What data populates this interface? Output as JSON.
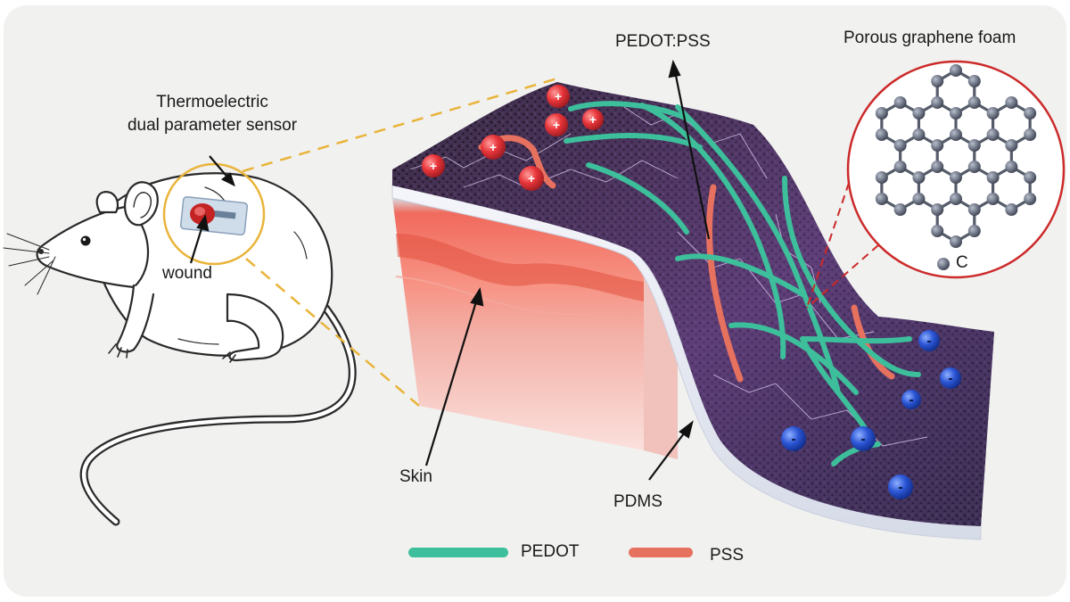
{
  "labels": {
    "sensor_line1": "Thermoelectric",
    "sensor_line2": "dual parameter sensor",
    "wound": "wound",
    "skin": "Skin",
    "pdms": "PDMS",
    "pedot_pss": "PEDOT:PSS",
    "graphene": "Porous graphene foam",
    "carbon": "C",
    "plus": "+",
    "minus": "-"
  },
  "legend": [
    {
      "label": "PEDOT",
      "color": "#3dbf9b"
    },
    {
      "label": "PSS",
      "color": "#e7715f"
    }
  ],
  "colors": {
    "leader_line": "#e9b43a",
    "red_circle": "#cc2a2a",
    "positive_charge": "#e8353a",
    "negative_charge": "#2c56d6",
    "foam": "#3b2c45",
    "pedot_fiber": "#3dbf9b",
    "pss_fiber": "#e7715f",
    "carbon_atom": "#6c7383"
  }
}
